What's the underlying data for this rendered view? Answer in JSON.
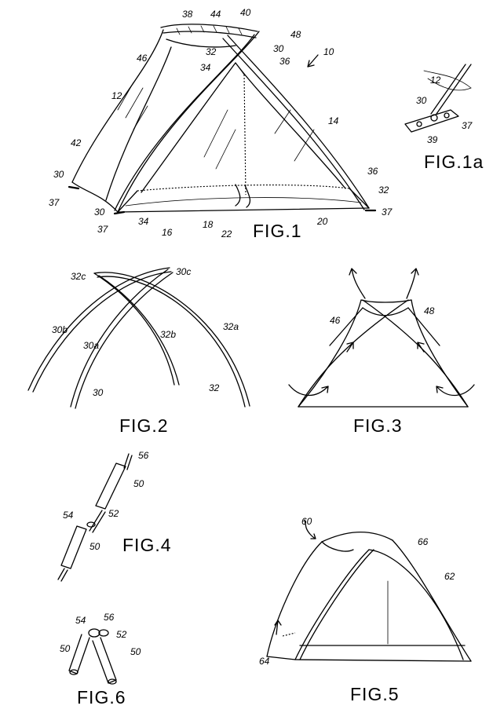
{
  "figures": {
    "fig1": {
      "caption": "FIG.1",
      "refs": {
        "r38": "38",
        "r44": "44",
        "r40": "40",
        "r48": "48",
        "r10": "10",
        "r46": "46",
        "r32a": "32",
        "r30a": "30",
        "r36a": "36",
        "r34a": "34",
        "r12": "12",
        "r14": "14",
        "r42": "42",
        "r30b": "30",
        "r37a": "37",
        "r30c": "30",
        "r37b": "37",
        "r34b": "34",
        "r16": "16",
        "r18": "18",
        "r22": "22",
        "r20": "20",
        "r36b": "36",
        "r32b": "32",
        "r37c": "37"
      }
    },
    "fig1a": {
      "caption": "FIG.1a",
      "refs": {
        "r12": "12",
        "r30": "30",
        "r37": "37",
        "r39": "39"
      }
    },
    "fig2": {
      "caption": "FIG.2",
      "refs": {
        "r32c": "32c",
        "r30c": "30c",
        "r30b": "30b",
        "r30a": "30a",
        "r32b": "32b",
        "r32a": "32a",
        "r30": "30",
        "r32": "32"
      }
    },
    "fig3": {
      "caption": "FIG.3",
      "refs": {
        "r46": "46",
        "r48": "48"
      }
    },
    "fig4": {
      "caption": "FIG.4",
      "refs": {
        "r56": "56",
        "r50a": "50",
        "r54": "54",
        "r52": "52",
        "r50b": "50"
      }
    },
    "fig5": {
      "caption": "FIG.5",
      "refs": {
        "r60": "60",
        "r66": "66",
        "r62": "62",
        "r64": "64"
      }
    },
    "fig6": {
      "caption": "FIG.6",
      "refs": {
        "r54": "54",
        "r56": "56",
        "r52": "52",
        "r50a": "50",
        "r50b": "50"
      }
    }
  }
}
